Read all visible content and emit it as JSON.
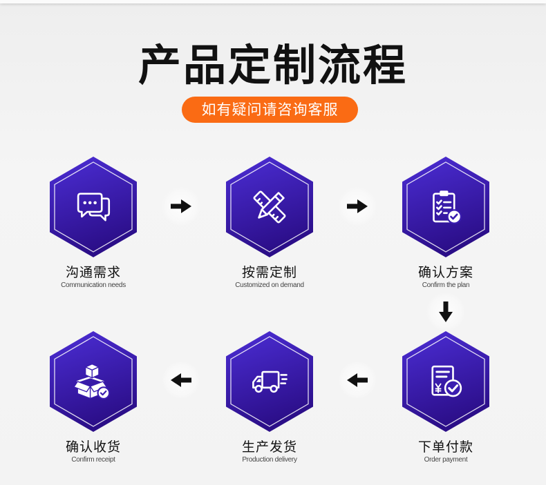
{
  "title": "产品定制流程",
  "cta": {
    "label": "如有疑问请咨询客服"
  },
  "steps": [
    {
      "title_zh": "沟通需求",
      "title_en": "Communication needs",
      "icon": "chat-bubbles-icon"
    },
    {
      "title_zh": "按需定制",
      "title_en": "Customized on demand",
      "icon": "pencil-ruler-icon"
    },
    {
      "title_zh": "确认方案",
      "title_en": "Confirm the plan",
      "icon": "clipboard-check-icon"
    },
    {
      "title_zh": "下单付款",
      "title_en": "Order payment",
      "icon": "yen-bill-check-icon"
    },
    {
      "title_zh": "生产发货",
      "title_en": "Production delivery",
      "icon": "delivery-truck-icon"
    },
    {
      "title_zh": "确认收货",
      "title_en": "Confirm receipt",
      "icon": "box-check-icon"
    }
  ],
  "arrows": [
    "arrow-right-icon",
    "arrow-right-icon",
    "arrow-down-icon",
    "arrow-left-icon",
    "arrow-left-icon"
  ],
  "colors": {
    "background": "#f2f2f2",
    "accent": "#fa6b14",
    "hexagon_light": "#4c2ed6",
    "hexagon_dark": "#2b0e88",
    "hexagon_mid": "#3a1db0",
    "text": "#111111",
    "subtext": "#444444"
  }
}
